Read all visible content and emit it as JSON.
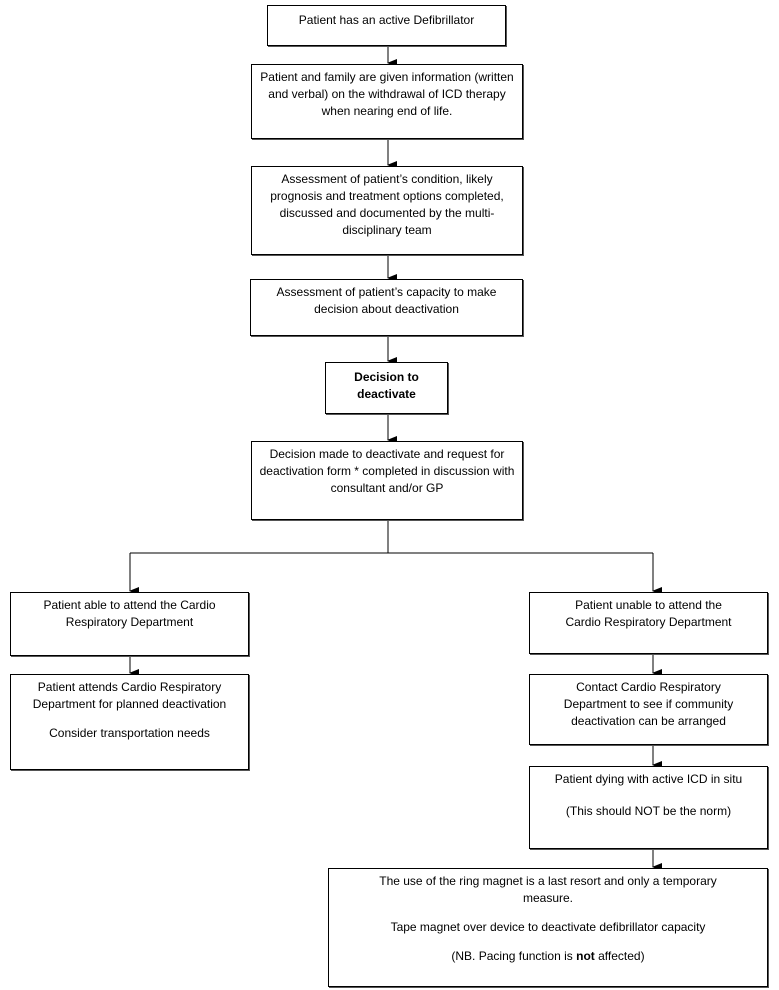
{
  "nodes": {
    "n1": "Patient has an active Defibrillator",
    "n2": "Patient and family are given information (written and verbal) on the withdrawal of ICD therapy when nearing end of life.",
    "n3": "Assessment of patient’s condition, likely prognosis and treatment options completed, discussed and documented by the multi-disciplinary team",
    "n4": "Assessment of patient’s capacity to make decision about deactivation",
    "n5": "Decision to deactivate",
    "n6": "Decision made to deactivate and request for deactivation form * completed in discussion with consultant and/or GP",
    "n7": "Patient able to attend the Cardio Respiratory Department",
    "n8": {
      "line1": "Patient attends Cardio Respiratory Department for planned deactivation",
      "line2": "Consider transportation needs"
    },
    "n9": "Patient unable to attend the Cardio Respiratory Department",
    "n10": "Contact Cardio Respiratory Department to see if community deactivation can be arranged",
    "n11": {
      "line1": "Patient dying with active ICD in situ",
      "line2": "(This should NOT be the norm)"
    },
    "n12": {
      "line1": "The use of the ring magnet is a last resort and only a temporary measure.",
      "line2": "Tape magnet over device to deactivate defibrillator capacity",
      "line3_before": "(NB. Pacing function is ",
      "line3_bold": "not",
      "line3_after": " affected)"
    }
  }
}
